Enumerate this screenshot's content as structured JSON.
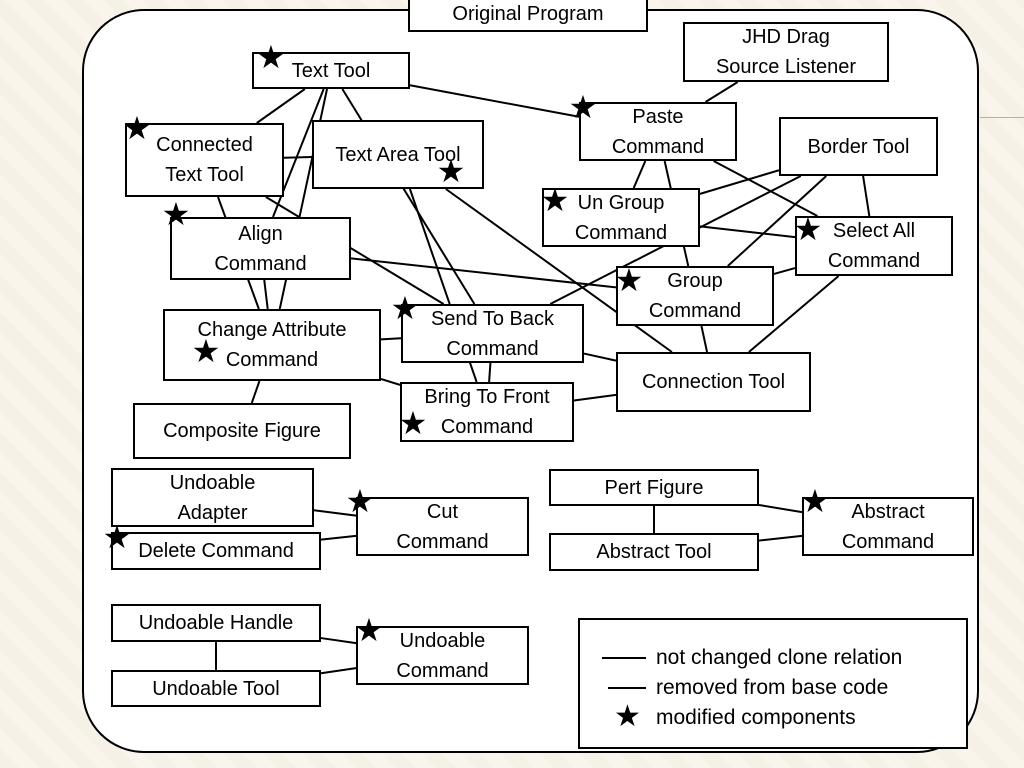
{
  "title": "Original Program",
  "nodes": {
    "text_tool": "Text Tool",
    "jhd_drag_source_listener": [
      "JHD Drag",
      "Source Listener"
    ],
    "connected_text_tool": [
      "Connected",
      "Text Tool"
    ],
    "text_area_tool": "Text Area Tool",
    "paste_command": [
      "Paste",
      "Command"
    ],
    "border_tool": "Border Tool",
    "un_group_command": [
      "Un Group",
      "Command"
    ],
    "select_all_command": [
      "Select All",
      "Command"
    ],
    "align_command": [
      "Align",
      "Command"
    ],
    "group_command": [
      "Group",
      "Command"
    ],
    "change_attribute_command": [
      "Change Attribute",
      "Command"
    ],
    "send_to_back_command": [
      "Send To Back",
      "Command"
    ],
    "connection_tool": "Connection Tool",
    "bring_to_front_command": [
      "Bring To Front",
      "Command"
    ],
    "composite_figure": "Composite Figure",
    "undoable_adapter": [
      "Undoable",
      "Adapter"
    ],
    "delete_command": "Delete Command",
    "cut_command": [
      "Cut",
      "Command"
    ],
    "pert_figure": "Pert Figure",
    "abstract_tool": "Abstract Tool",
    "abstract_command": [
      "Abstract",
      "Command"
    ],
    "undoable_handle": "Undoable Handle",
    "undoable_tool": "Undoable Tool",
    "undoable_command": [
      "Undoable",
      "Command"
    ]
  },
  "legend": {
    "items": [
      {
        "text": "not changed clone relation",
        "marker": "line"
      },
      {
        "text": "removed from base code",
        "marker": "line"
      },
      {
        "text": "modified components",
        "marker": "star"
      }
    ]
  },
  "modified_components": [
    "text_tool",
    "connected_text_tool",
    "text_area_tool",
    "paste_command",
    "un_group_command",
    "select_all_command",
    "align_command",
    "group_command",
    "change_attribute_command",
    "send_to_back_command",
    "bring_to_front_command",
    "delete_command",
    "cut_command",
    "abstract_command",
    "undoable_command"
  ],
  "relations": [
    [
      "text_tool",
      "paste_command"
    ],
    [
      "text_tool",
      "connected_text_tool"
    ],
    [
      "text_tool",
      "align_command"
    ],
    [
      "text_tool",
      "change_attribute_command"
    ],
    [
      "text_tool",
      "send_to_back_command"
    ],
    [
      "jhd_drag_source_listener",
      "paste_command"
    ],
    [
      "connected_text_tool",
      "text_area_tool"
    ],
    [
      "connected_text_tool",
      "change_attribute_command"
    ],
    [
      "connected_text_tool",
      "send_to_back_command"
    ],
    [
      "text_area_tool",
      "connection_tool"
    ],
    [
      "text_area_tool",
      "bring_to_front_command"
    ],
    [
      "paste_command",
      "select_all_command"
    ],
    [
      "paste_command",
      "group_command"
    ],
    [
      "paste_command",
      "un_group_command"
    ],
    [
      "border_tool",
      "un_group_command"
    ],
    [
      "border_tool",
      "group_command"
    ],
    [
      "border_tool",
      "select_all_command"
    ],
    [
      "border_tool",
      "send_to_back_command"
    ],
    [
      "un_group_command",
      "select_all_command"
    ],
    [
      "align_command",
      "group_command"
    ],
    [
      "align_command",
      "change_attribute_command"
    ],
    [
      "select_all_command",
      "group_command"
    ],
    [
      "select_all_command",
      "connection_tool"
    ],
    [
      "group_command",
      "connection_tool"
    ],
    [
      "change_attribute_command",
      "send_to_back_command"
    ],
    [
      "change_attribute_command",
      "bring_to_front_command"
    ],
    [
      "change_attribute_command",
      "composite_figure"
    ],
    [
      "send_to_back_command",
      "bring_to_front_command"
    ],
    [
      "send_to_back_command",
      "connection_tool"
    ],
    [
      "bring_to_front_command",
      "connection_tool"
    ],
    [
      "undoable_adapter",
      "cut_command"
    ],
    [
      "delete_command",
      "cut_command"
    ],
    [
      "pert_figure",
      "abstract_tool"
    ],
    [
      "pert_figure",
      "abstract_command"
    ],
    [
      "abstract_tool",
      "abstract_command"
    ],
    [
      "undoable_handle",
      "undoable_tool"
    ],
    [
      "undoable_handle",
      "undoable_command"
    ],
    [
      "undoable_tool",
      "undoable_command"
    ]
  ]
}
